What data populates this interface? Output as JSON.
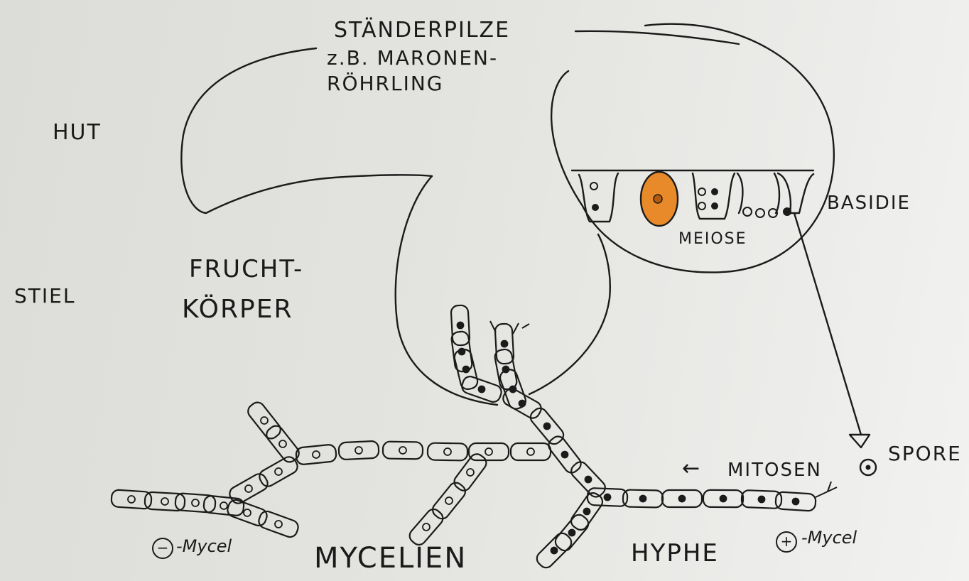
{
  "title": {
    "line1": "STÄNDERPILZE",
    "line2": "z.B. MARONEN-",
    "line3": "RÖHRLING"
  },
  "labels": {
    "hut": "HUT",
    "stiel": "STIEL",
    "fruchtkoerper_1": "FRUCHT-",
    "fruchtkoerper_2": "KÖRPER",
    "basidie": "BASIDIE",
    "meiose": "MEIOSE",
    "spore": "SPORE",
    "mitosen": "MITOSEN",
    "mycelien": "MYCELIEN",
    "hyphe": "HYPHE",
    "minus_mycel": "-Mycel",
    "plus_mycel": "-Mycel",
    "minus_sign": "−",
    "plus_sign": "+",
    "mitosen_arrow": "←"
  },
  "colors": {
    "ink": "#1b1b1b",
    "paper": "#e6e6e2",
    "meiosis_cell": "#e8892a",
    "meiosis_nucleus": "#b35c10"
  }
}
